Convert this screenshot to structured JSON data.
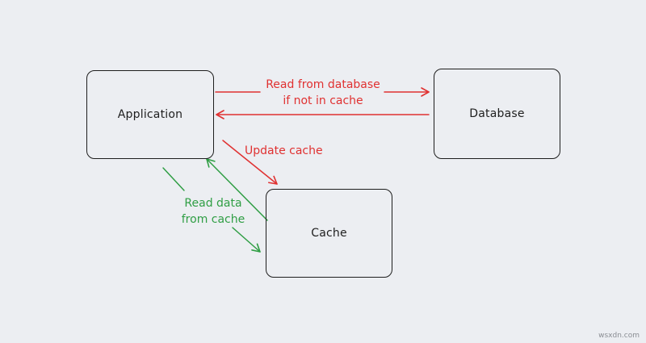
{
  "diagram": {
    "nodes": {
      "application": "Application",
      "database": "Database",
      "cache": "Cache"
    },
    "edges": {
      "read_from_db_line1": "Read from database",
      "read_from_db_line2": "if not in cache",
      "update_cache": "Update cache",
      "read_data_line1": "Read data",
      "read_data_line2": "from cache"
    },
    "colors": {
      "red_arrow": "#e03131",
      "green_arrow": "#2f9e44",
      "node_stroke": "#1e1e1e",
      "background": "#eceef2"
    }
  },
  "watermark": "wsxdn.com"
}
